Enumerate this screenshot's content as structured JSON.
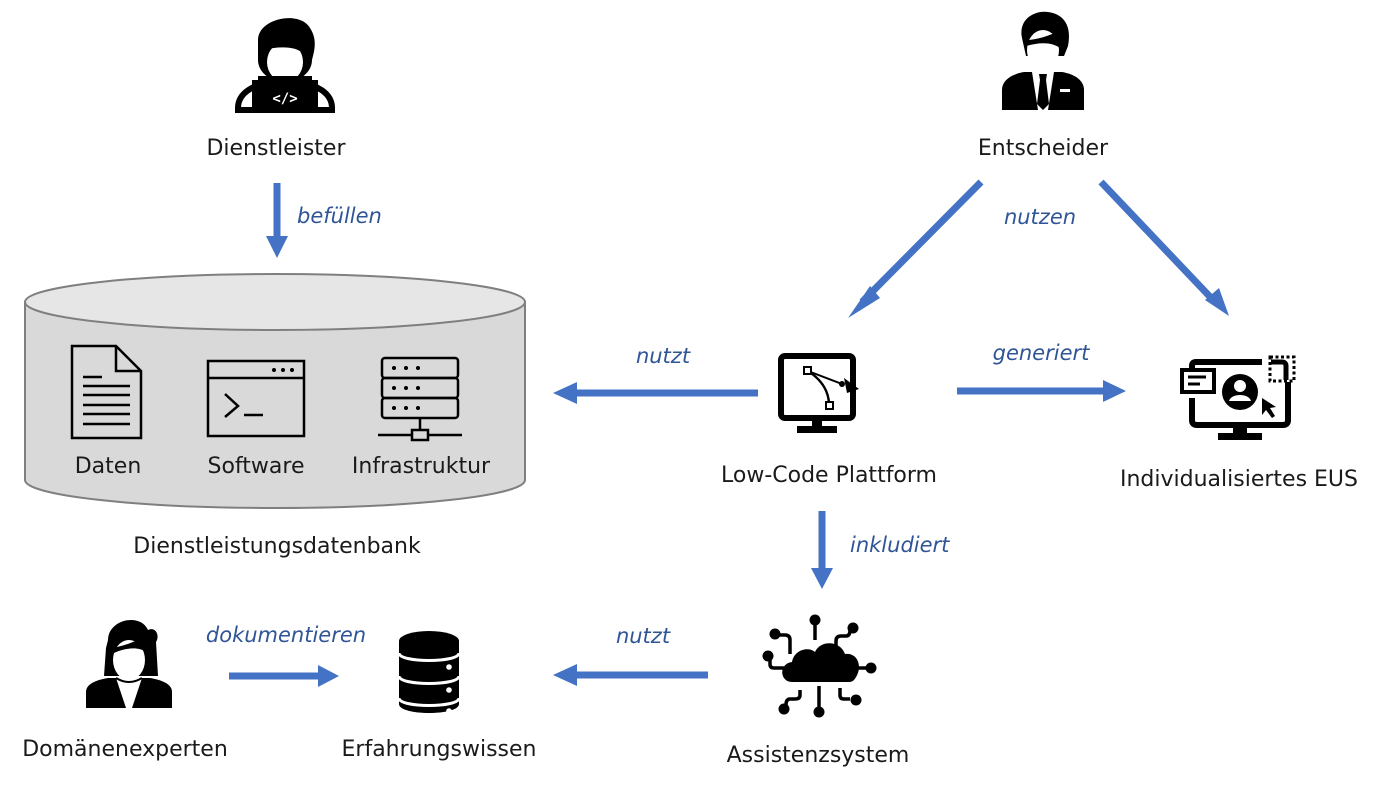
{
  "colors": {
    "arrow": "#4472c4",
    "relation_text": "#2f5597",
    "node_text": "#1a1a1a",
    "database_fill": "#d9d9d9",
    "database_stroke": "#7f7f7f",
    "icon": "#000000"
  },
  "nodes": {
    "dienstleister": {
      "label": "Dienstleister",
      "icon": "developer-person-icon"
    },
    "entscheider": {
      "label": "Entscheider",
      "icon": "businessman-icon"
    },
    "dienstleistungsdatenbank": {
      "label": "Dienstleistungsdatenbank",
      "icon": "database-cylinder",
      "items": [
        {
          "label": "Daten",
          "icon": "document-icon"
        },
        {
          "label": "Software",
          "icon": "terminal-window-icon"
        },
        {
          "label": "Infrastruktur",
          "icon": "server-network-icon"
        }
      ]
    },
    "low_code_plattform": {
      "label": "Low-Code Plattform",
      "icon": "monitor-bezier-icon"
    },
    "individualisiertes_eus": {
      "label": "Individualisiertes EUS",
      "icon": "monitor-user-icon"
    },
    "assistenzsystem": {
      "label": "Assistenzsystem",
      "icon": "cloud-network-icon"
    },
    "domaenenexperten": {
      "label": "Domänenexperten",
      "icon": "businesswoman-icon"
    },
    "erfahrungswissen": {
      "label": "Erfahrungswissen",
      "icon": "database-stack-icon"
    }
  },
  "edges": [
    {
      "from": "dienstleister",
      "to": "dienstleistungsdatenbank",
      "label": "befüllen"
    },
    {
      "from": "entscheider",
      "to": "low_code_plattform",
      "label": "nutzen"
    },
    {
      "from": "entscheider",
      "to": "individualisiertes_eus",
      "label": ""
    },
    {
      "from": "low_code_plattform",
      "to": "dienstleistungsdatenbank",
      "label": "nutzt"
    },
    {
      "from": "low_code_plattform",
      "to": "individualisiertes_eus",
      "label": "generiert"
    },
    {
      "from": "low_code_plattform",
      "to": "assistenzsystem",
      "label": "inkludiert"
    },
    {
      "from": "assistenzsystem",
      "to": "erfahrungswissen",
      "label": "nutzt"
    },
    {
      "from": "domaenenexperten",
      "to": "erfahrungswissen",
      "label": "dokumentieren"
    }
  ]
}
